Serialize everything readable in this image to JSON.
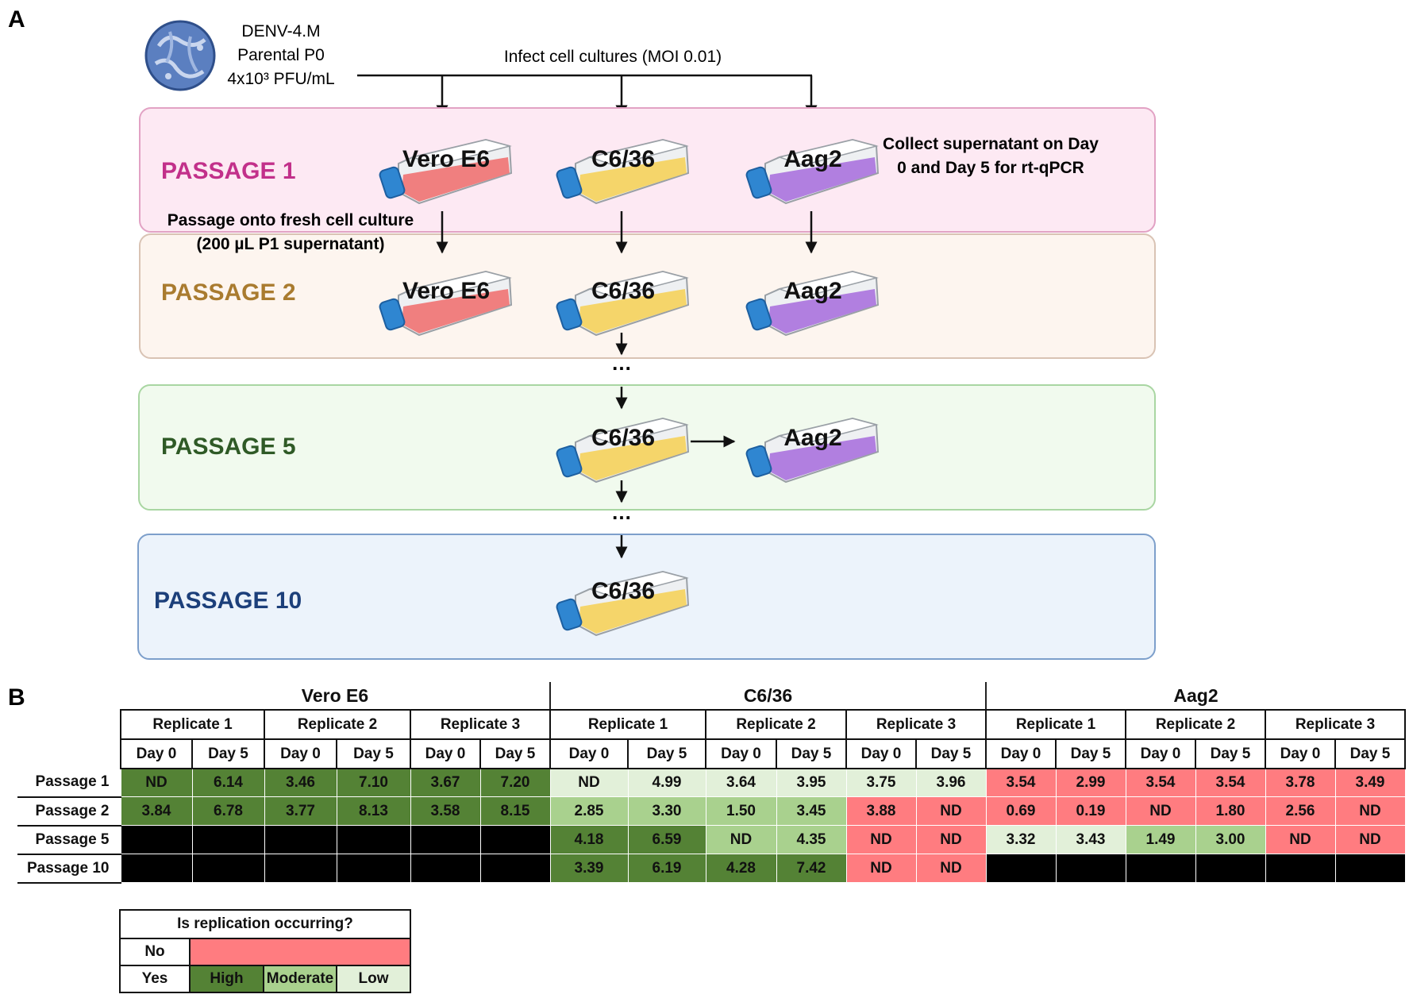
{
  "panel_a": {
    "label": "A",
    "virus": {
      "line1": "DENV-4.M",
      "line2": "Parental P0",
      "line3": "4x10³ PFU/mL"
    },
    "infect_label": "Infect cell cultures (MOI 0.01)",
    "collect_label_line1": "Collect supernatant on Day",
    "collect_label_line2": "0 and Day 5 for rt-qPCR",
    "passage_note_line1": "Passage onto fresh cell culture",
    "passage_note_line2": "(200 µL P1 supernatant)",
    "ellipsis": "…",
    "passages": [
      {
        "label": "PASSAGE 1",
        "color": "#c2308a",
        "fill": "#fde9f3",
        "stroke": "#e2a2c4"
      },
      {
        "label": "PASSAGE 2",
        "color": "#a97b2f",
        "fill": "#fdf5ef",
        "stroke": "#d9c3b4"
      },
      {
        "label": "PASSAGE 5",
        "color": "#2f5a26",
        "fill": "#f1faee",
        "stroke": "#a9d6a2"
      },
      {
        "label": "PASSAGE 10",
        "color": "#1c3f7a",
        "fill": "#ecf3fb",
        "stroke": "#7d9fcb"
      }
    ],
    "cells": {
      "vero": {
        "label": "Vero E6",
        "color": "#f07f7f"
      },
      "c636": {
        "label": "C6/36",
        "color": "#f5d56a"
      },
      "aag2": {
        "label": "Aag2",
        "color": "#b17fe0"
      }
    },
    "cap_color": "#2f86d1"
  },
  "panel_b": {
    "label": "B",
    "groups": [
      "Vero E6",
      "C6/36",
      "Aag2"
    ],
    "replicates": [
      "Replicate 1",
      "Replicate 2",
      "Replicate 3"
    ],
    "days": [
      "Day 0",
      "Day 5"
    ],
    "colors": {
      "high": "#548235",
      "moderate": "#a9d18e",
      "low": "#e2f0d9",
      "no": "#ff7c80",
      "none": "#000000"
    },
    "rows": [
      {
        "passage": "Passage 1",
        "cells": [
          [
            "ND",
            "high"
          ],
          [
            "6.14",
            "high"
          ],
          [
            "3.46",
            "high"
          ],
          [
            "7.10",
            "high"
          ],
          [
            "3.67",
            "high"
          ],
          [
            "7.20",
            "high"
          ],
          [
            "ND",
            "low"
          ],
          [
            "4.99",
            "low"
          ],
          [
            "3.64",
            "low"
          ],
          [
            "3.95",
            "low"
          ],
          [
            "3.75",
            "low"
          ],
          [
            "3.96",
            "low"
          ],
          [
            "3.54",
            "no"
          ],
          [
            "2.99",
            "no"
          ],
          [
            "3.54",
            "no"
          ],
          [
            "3.54",
            "no"
          ],
          [
            "3.78",
            "no"
          ],
          [
            "3.49",
            "no"
          ]
        ]
      },
      {
        "passage": "Passage 2",
        "cells": [
          [
            "3.84",
            "high"
          ],
          [
            "6.78",
            "high"
          ],
          [
            "3.77",
            "high"
          ],
          [
            "8.13",
            "high"
          ],
          [
            "3.58",
            "high"
          ],
          [
            "8.15",
            "high"
          ],
          [
            "2.85",
            "moderate"
          ],
          [
            "3.30",
            "moderate"
          ],
          [
            "1.50",
            "moderate"
          ],
          [
            "3.45",
            "moderate"
          ],
          [
            "3.88",
            "no"
          ],
          [
            "ND",
            "no"
          ],
          [
            "0.69",
            "no"
          ],
          [
            "0.19",
            "no"
          ],
          [
            "ND",
            "no"
          ],
          [
            "1.80",
            "no"
          ],
          [
            "2.56",
            "no"
          ],
          [
            "ND",
            "no"
          ]
        ]
      },
      {
        "passage": "Passage 5",
        "cells": [
          [
            "",
            "none"
          ],
          [
            "",
            "none"
          ],
          [
            "",
            "none"
          ],
          [
            "",
            "none"
          ],
          [
            "",
            "none"
          ],
          [
            "",
            "none"
          ],
          [
            "4.18",
            "high"
          ],
          [
            "6.59",
            "high"
          ],
          [
            "ND",
            "moderate"
          ],
          [
            "4.35",
            "moderate"
          ],
          [
            "ND",
            "no"
          ],
          [
            "ND",
            "no"
          ],
          [
            "3.32",
            "low"
          ],
          [
            "3.43",
            "low"
          ],
          [
            "1.49",
            "moderate"
          ],
          [
            "3.00",
            "moderate"
          ],
          [
            "ND",
            "no"
          ],
          [
            "ND",
            "no"
          ]
        ]
      },
      {
        "passage": "Passage 10",
        "cells": [
          [
            "",
            "none"
          ],
          [
            "",
            "none"
          ],
          [
            "",
            "none"
          ],
          [
            "",
            "none"
          ],
          [
            "",
            "none"
          ],
          [
            "",
            "none"
          ],
          [
            "3.39",
            "high"
          ],
          [
            "6.19",
            "high"
          ],
          [
            "4.28",
            "high"
          ],
          [
            "7.42",
            "high"
          ],
          [
            "ND",
            "no"
          ],
          [
            "ND",
            "no"
          ],
          [
            "",
            "none"
          ],
          [
            "",
            "none"
          ],
          [
            "",
            "none"
          ],
          [
            "",
            "none"
          ],
          [
            "",
            "none"
          ],
          [
            "",
            "none"
          ]
        ]
      }
    ],
    "legend": {
      "title": "Is replication occurring?",
      "no_label": "No",
      "yes_label": "Yes",
      "high_label": "High",
      "moderate_label": "Moderate",
      "low_label": "Low"
    }
  }
}
